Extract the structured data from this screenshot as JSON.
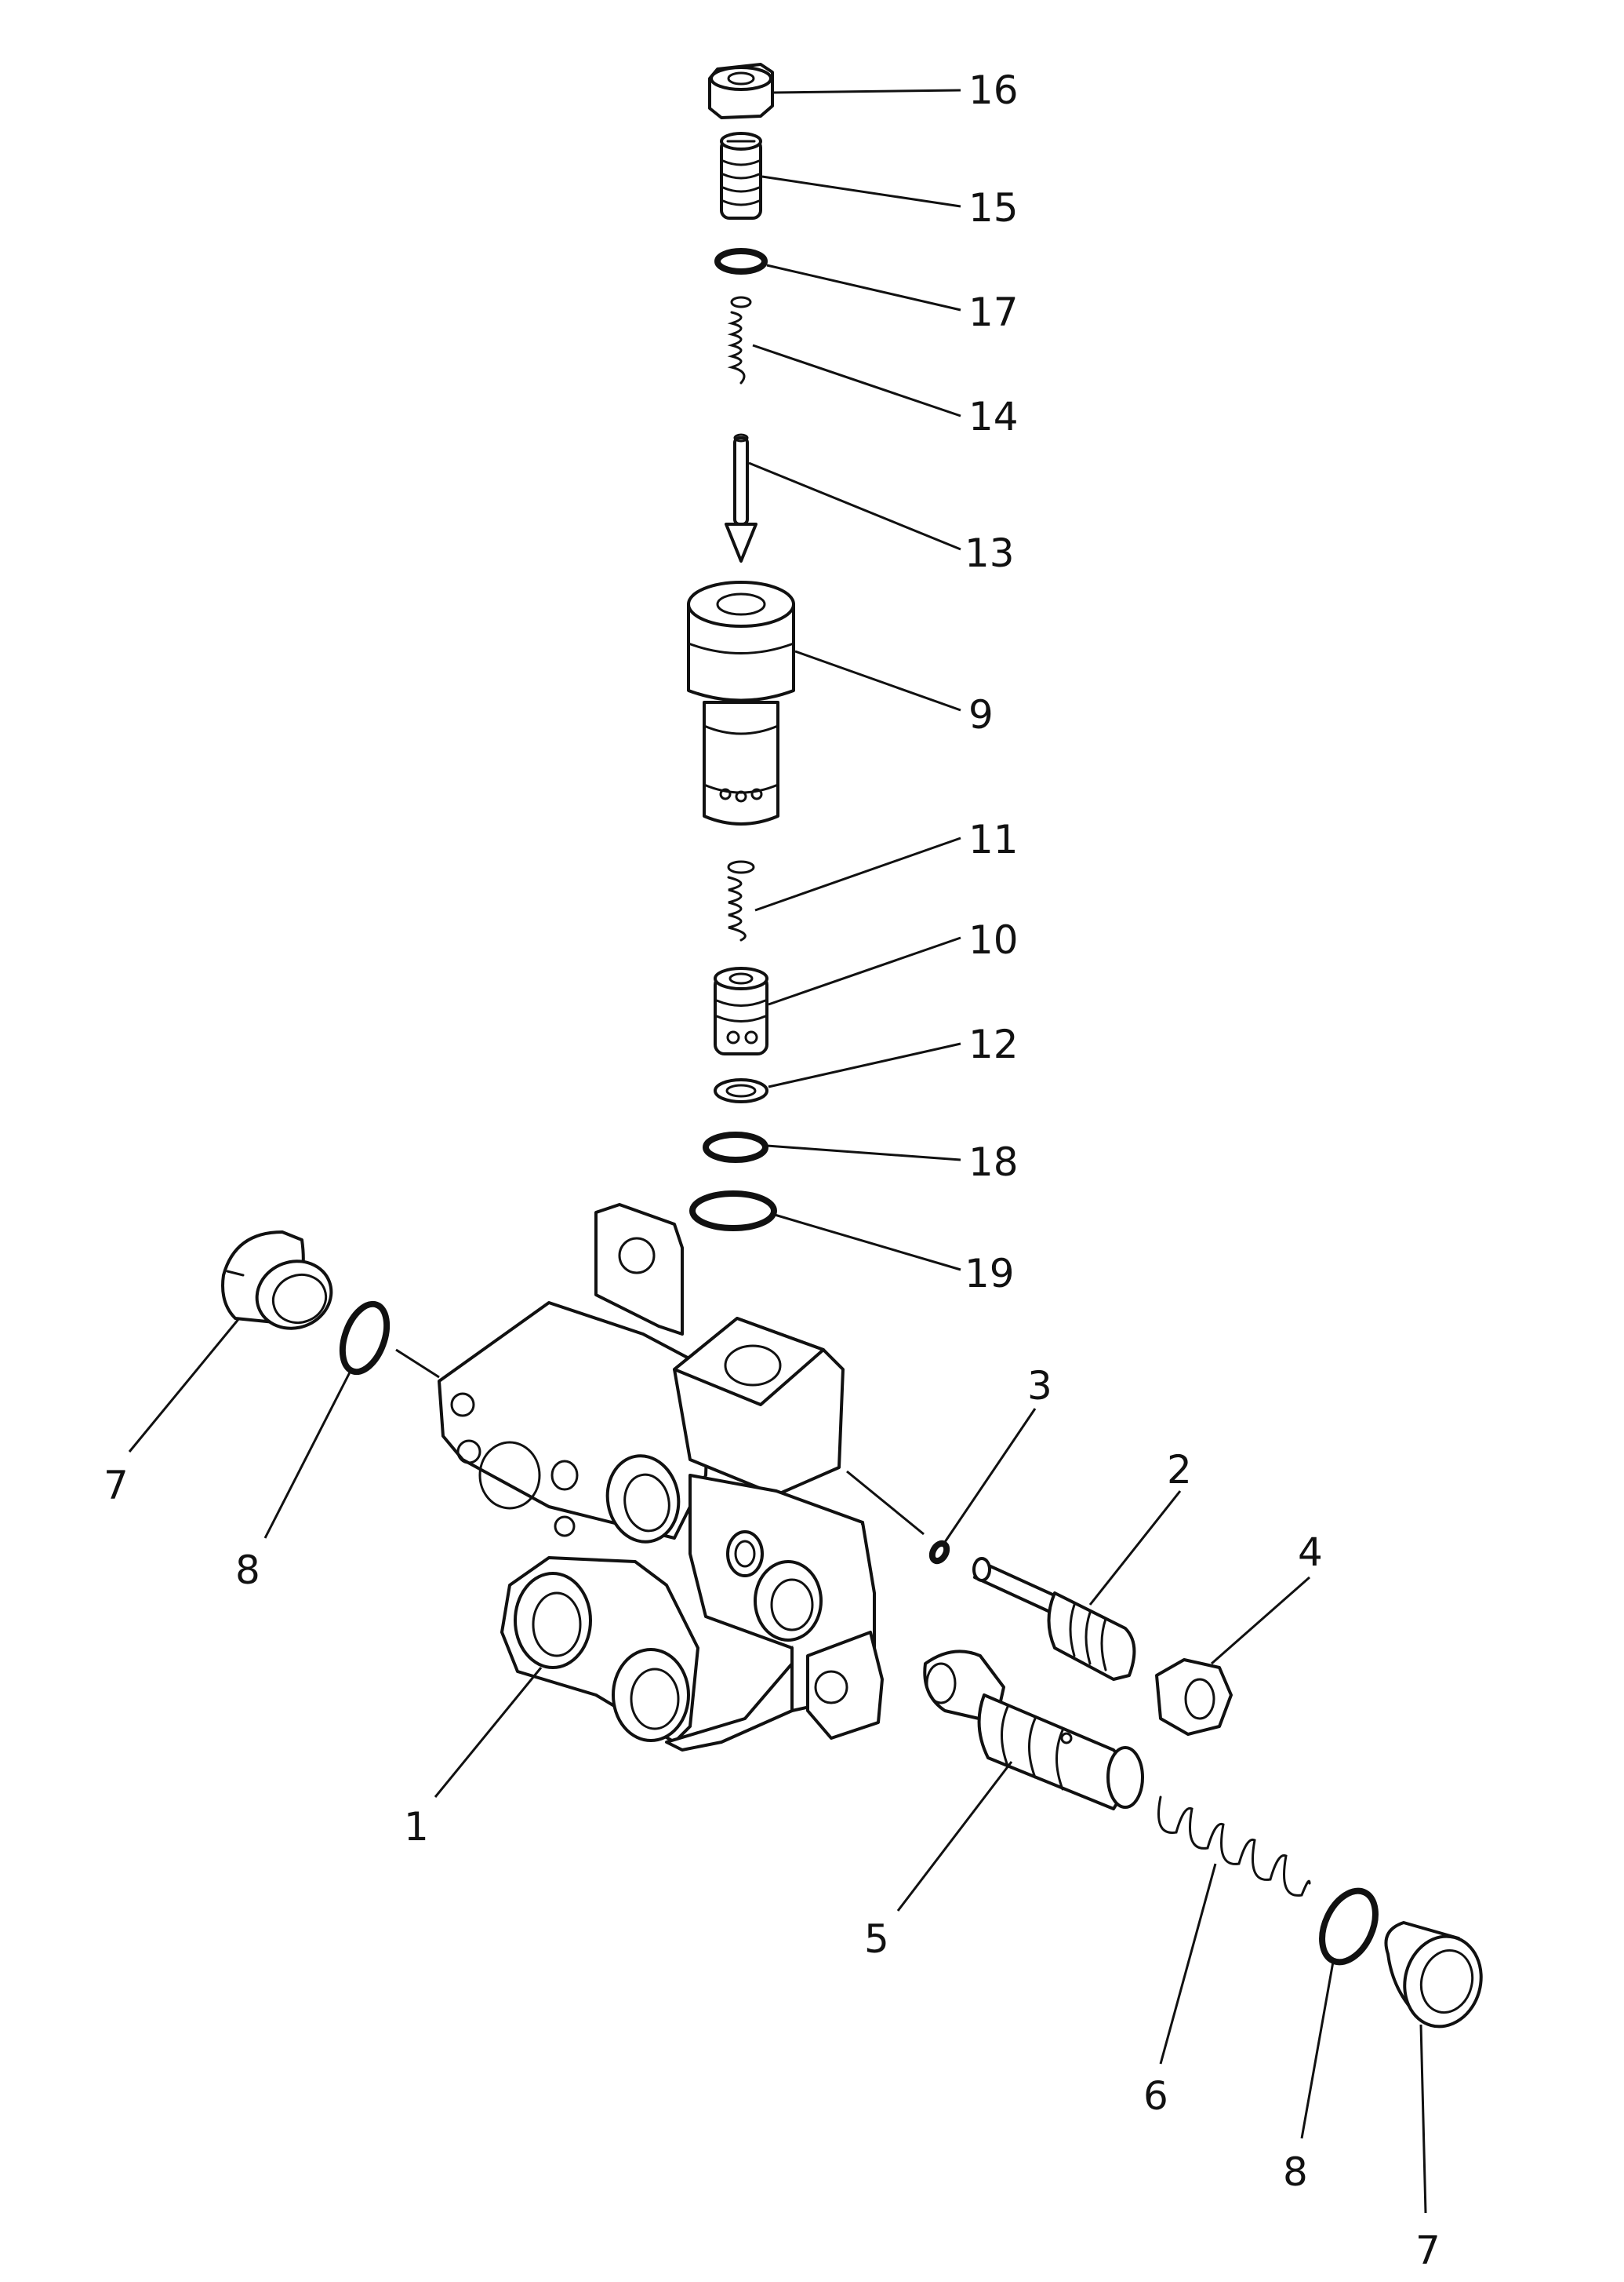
{
  "diagram": {
    "type": "exploded-parts-view",
    "colors": {
      "line": "#111111",
      "background": "#ffffff"
    },
    "callouts": [
      {
        "id": "c16",
        "text": "16"
      },
      {
        "id": "c15",
        "text": "15"
      },
      {
        "id": "c17",
        "text": "17"
      },
      {
        "id": "c14",
        "text": "14"
      },
      {
        "id": "c13",
        "text": "13"
      },
      {
        "id": "c9",
        "text": "9"
      },
      {
        "id": "c11",
        "text": "11"
      },
      {
        "id": "c10",
        "text": "10"
      },
      {
        "id": "c12",
        "text": "12"
      },
      {
        "id": "c18",
        "text": "18"
      },
      {
        "id": "c19",
        "text": "19"
      },
      {
        "id": "c3",
        "text": "3"
      },
      {
        "id": "c2",
        "text": "2"
      },
      {
        "id": "c4",
        "text": "4"
      },
      {
        "id": "c7a",
        "text": "7"
      },
      {
        "id": "c8a",
        "text": "8"
      },
      {
        "id": "c1",
        "text": "1"
      },
      {
        "id": "c5",
        "text": "5"
      },
      {
        "id": "c6",
        "text": "6"
      },
      {
        "id": "c8b",
        "text": "8"
      },
      {
        "id": "c7b",
        "text": "7"
      }
    ]
  }
}
